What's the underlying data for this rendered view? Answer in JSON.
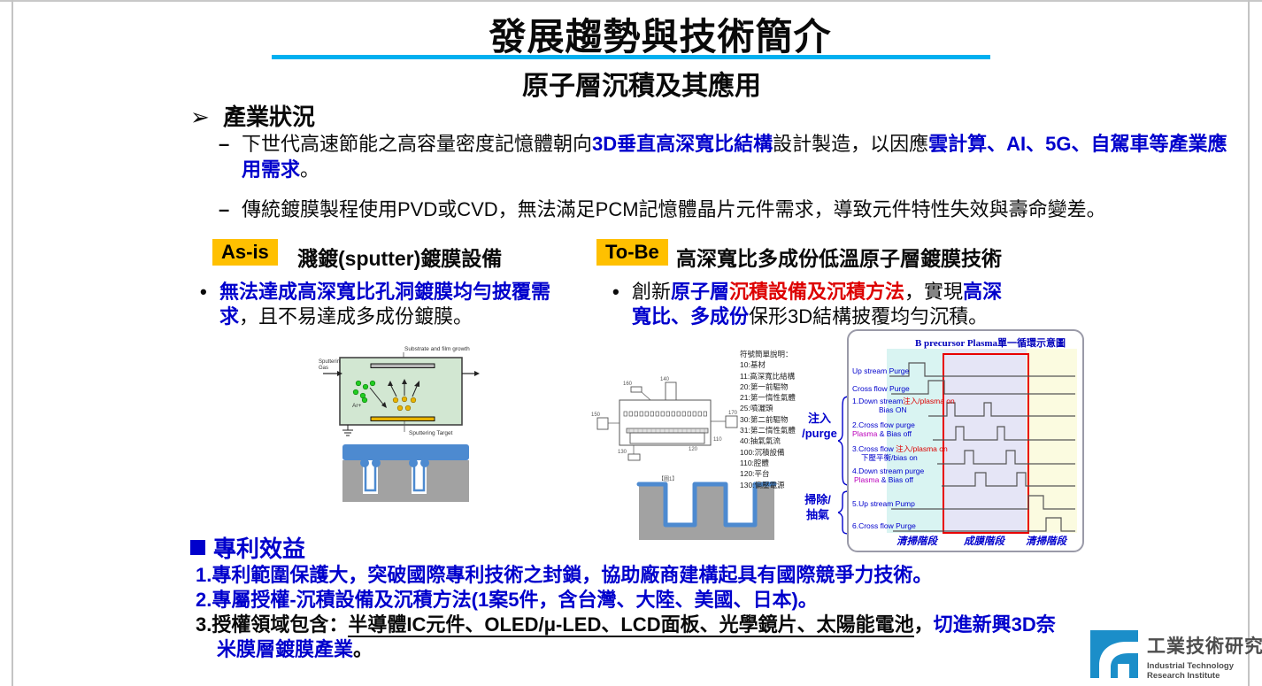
{
  "glyphs": {
    "arrow": "➢",
    "dash": "–",
    "dot": "•"
  },
  "slide": {
    "title": "發展趨勢與技術簡介",
    "subtitle": "原子層沉積及其應用"
  },
  "industry": {
    "heading": "產業狀況",
    "bullet1": {
      "a": "下世代高速節能之高容量密度記憶體朝向",
      "b": "3D垂直高深寬比結構",
      "c": "設計製造，以因應",
      "d": "雲計算、AI、5G、自駕車等產業應用需求",
      "e": "。"
    },
    "bullet2": "傳統鍍膜製程使用PVD或CVD，無法滿足PCM記憶體晶片元件需求，導致元件特性失效與壽命變差。"
  },
  "asis": {
    "tag": "As-is",
    "label": "濺鍍(sputter)鍍膜設備",
    "point": {
      "a": "無法達成高深寬比孔洞鍍膜均勻披覆需求",
      "b": "，且不易達成多成份鍍膜。"
    }
  },
  "tobe": {
    "tag": "To-Be",
    "label": "高深寬比多成份低溫原子層鍍膜技術",
    "point": {
      "a": "創新",
      "b": "原子層",
      "c": "沉積設備及沉積方法",
      "d": "，實現",
      "e": "高深寬比、多成份",
      "f": "保形3D結構披覆均勻沉積。"
    }
  },
  "sputter_fig": {
    "substrate": "Substrate and film growth",
    "gas_l1": "Sputtering",
    "gas_l2": "Gas",
    "ar": "Ar+",
    "target": "Sputtering Target"
  },
  "patent_fig": {
    "legend_title": "符號簡單說明：",
    "legend": [
      "10:基材",
      "11:高深寬比結構",
      "20:第一前驅物",
      "21:第一惰性氣體",
      "25:噴灑頭",
      "30:第二前驅物",
      "31:第二惰性氣體",
      "40:抽氣氣流",
      "100:沉積設備",
      "110:腔體",
      "120:平台",
      "130:偏壓電源"
    ],
    "fig_caption": "【圖1】",
    "refs": {
      "r140": "140",
      "r160": "160",
      "r150": "150",
      "r170": "170",
      "r130": "130",
      "r110": "110",
      "r120": "120"
    }
  },
  "brackets": {
    "inject_l1": "注入",
    "inject_l2": "/purge",
    "sweep_l1": "掃除/",
    "sweep_l2": "抽氣"
  },
  "timing": {
    "title": "B precursor Plasma單一循環示意圖",
    "row1": "Up stream Purge",
    "row2": "Cross flow Purge",
    "row3a": "1.Down stream",
    "row3b": "注入/plasma on",
    "row3c": "Bias ON",
    "row4a": "2.Cross flow purge",
    "row4b": "Plasma",
    "row4c": " & Bias off",
    "row5a": "3.Cross flow ",
    "row5b": "注入/plasma on",
    "row5c": "下壓平衡/bias on",
    "row6a": "4.Down stream purge",
    "row6b": "Plasma",
    "row6c": " & Bias off",
    "row7": "5.Up stream Pump",
    "row8": "6.Cross flow Purge",
    "phase1": "清掃階段",
    "phase2": "成膜階段",
    "phase3": "清掃階段"
  },
  "patents": {
    "heading": "專利效益",
    "item1": "1.專利範圍保護大，突破國際專利技術之封鎖，協助廠商建構起具有國際競爭力技術。",
    "item2": "2.專屬授權-沉積設備及沉積方法(1案5件，含台灣、大陸、美國、日本)。",
    "item3": {
      "a": "3.授權領域包含：",
      "b": "半導體IC元件、OLED/μ-LED、LCD面板、光學鏡片、太陽能電池",
      "c": "，",
      "d": "切進新興3D奈米膜層鍍膜產業",
      "e": "。"
    }
  },
  "logo": {
    "zh": "工業技術研究院",
    "en1": "Industrial Technology",
    "en2": "Research Institute"
  },
  "colors": {
    "accent_cyan": "#00b0f0",
    "tag_yellow": "#ffc000",
    "text_blue": "#0000cc",
    "text_red": "#dd0000",
    "itri_blue": "#1b8ec9"
  }
}
